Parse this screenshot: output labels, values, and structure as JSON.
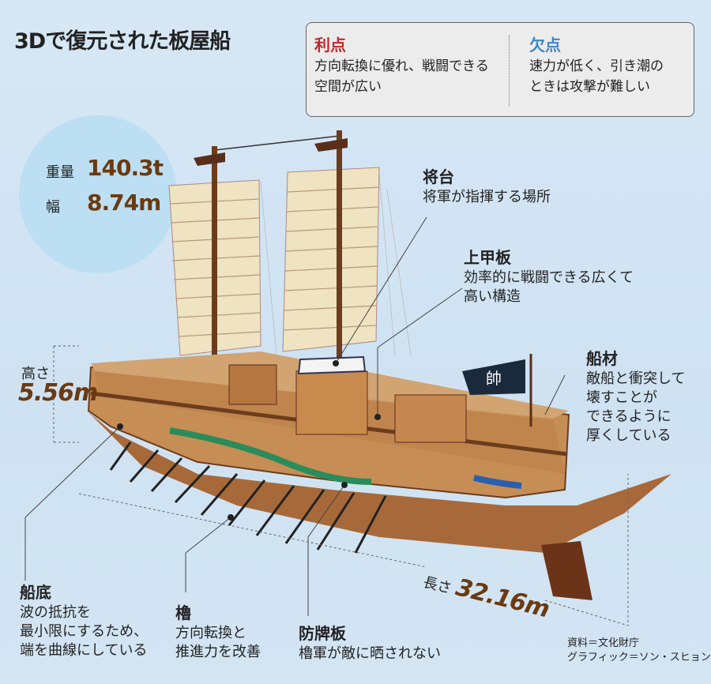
{
  "title": "3Dで復元された板屋船",
  "pros": {
    "heading": "利点",
    "text1": "方向転換に優れ、戦闘できる",
    "text2": "空間が広い",
    "color": "#c0282d"
  },
  "cons": {
    "heading": "欠点",
    "text1": "速力が低く、引き潮の",
    "text2": "ときは攻撃が難しい",
    "color": "#3f86c4"
  },
  "stats": {
    "weight_label": "重量",
    "weight_value": "140.3t",
    "width_label": "幅",
    "width_value": "8.74m"
  },
  "dimensions": {
    "height_label": "高さ",
    "height_value": "5.56m",
    "length_label": "長さ",
    "length_value": "32.16m"
  },
  "callouts": {
    "command": {
      "heading": "将台",
      "l1": "将軍が指揮する場所"
    },
    "deck": {
      "heading": "上甲板",
      "l1": "効率的に戦闘できる広くて",
      "l2": "高い構造"
    },
    "timber": {
      "heading": "船材",
      "l1": "敵船と衝突して",
      "l2": "壊すことが",
      "l3": "できるように",
      "l4": "厚くしている"
    },
    "bottom": {
      "heading": "船底",
      "l1": "波の抵抗を",
      "l2": "最小限にするため、",
      "l3": "端を曲線にしている"
    },
    "oar": {
      "heading": "櫓",
      "l1": "方向転換と",
      "l2": "推進力を改善"
    },
    "shield": {
      "heading": "防牌板",
      "l1": "櫓軍が敵に晒されない"
    }
  },
  "flag_text": "帥",
  "credits": {
    "source": "資料＝文化財庁",
    "graphic": "グラフィック＝ソン・スヒョン"
  }
}
